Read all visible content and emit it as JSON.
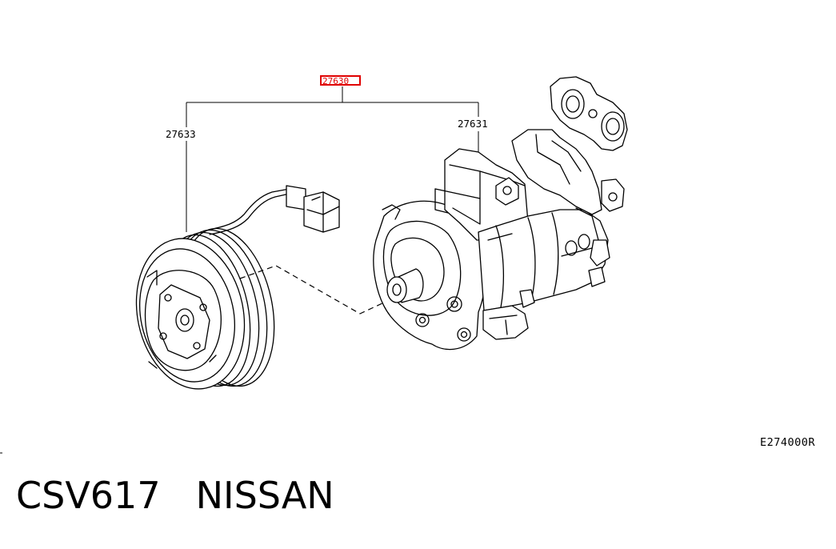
{
  "diagram": {
    "parts": {
      "assembly": "27630",
      "clutch": "27633",
      "compressor": "27631"
    },
    "reference_code": "E274000R",
    "highlight_color": "#e00000"
  },
  "footer": {
    "part_code": "CSV617",
    "brand": "NISSAN"
  }
}
